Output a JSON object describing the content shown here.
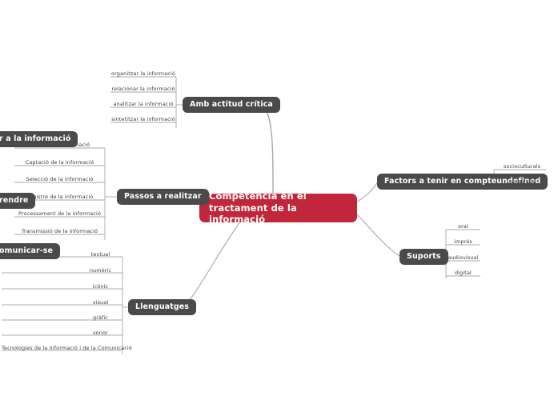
{
  "diagram": {
    "type": "mind-map",
    "colors": {
      "root_fill": "#c1273a",
      "branch_fill": "#4a4a4a",
      "branch_text": "#ffffff",
      "leaf_text": "#3d3d3d",
      "connector": "#a8a8a8",
      "background": "#ffffff"
    },
    "root": {
      "label": "Competència en el tractament de la informació"
    },
    "branches": [
      {
        "id": "amb-actitud-critica",
        "label": "Amb actitud crítica",
        "leaves": [
          "organitzar la informació",
          "relacionar la informació",
          "analitzar la informació",
          "sintetitzar la informació"
        ]
      },
      {
        "id": "passos-a-realitzar",
        "label": "Passos a realitzar",
        "leaves": [
          "Cerca de la informació",
          "Captació de la informació",
          "Selecció de la informació",
          "Registre de la informació",
          "Processament de la informació",
          "Transmissió de la informació"
        ]
      },
      {
        "id": "llenguatges",
        "label": "Llenguatges",
        "leaves": [
          "textual",
          "numèric",
          "icònic",
          "visual",
          "gràfic",
          "sonor",
          "Tecnologies de la Informació i de la Comunicació"
        ]
      },
      {
        "id": "factors-a-tenir-en-compte",
        "label": "Factors a tenir en compteundefined",
        "leaves": [
          "socioculturals",
          "personals"
        ]
      },
      {
        "id": "suports",
        "label": "Suports",
        "leaves": [
          "oral",
          "imprès",
          "audiovisual",
          "digital"
        ]
      }
    ],
    "clipped_nodes": [
      {
        "id": "accedir-a-la-informacio",
        "visible_label": "r a la informació"
      },
      {
        "id": "aprendre",
        "visible_label": "rendre"
      },
      {
        "id": "comunicar-se",
        "visible_label": "omunicar-se"
      }
    ]
  }
}
